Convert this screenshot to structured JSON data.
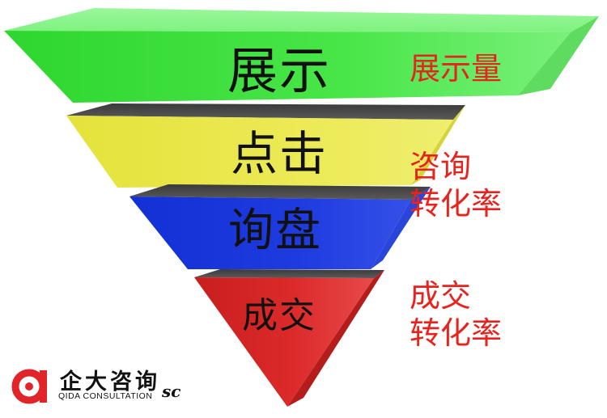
{
  "funnel": {
    "stages": [
      {
        "label": "展示",
        "color": "#42e142"
      },
      {
        "label": "点击",
        "color": "#e8e64a"
      },
      {
        "label": "询盘",
        "color": "#1b35d9"
      },
      {
        "label": "成交",
        "color": "#d92828"
      }
    ]
  },
  "metrics": [
    {
      "line1": "展示量",
      "line2": ""
    },
    {
      "line1": "咨询",
      "line2": "转化率"
    },
    {
      "line1": "成交",
      "line2": "转化率"
    }
  ],
  "metric_color": "#e8231e",
  "logo": {
    "name": "企大咨询",
    "subtitle": "QIDA CONSULTATION",
    "suffix": "sc",
    "icon": "qida-logo-icon",
    "color": "#e1242a"
  }
}
